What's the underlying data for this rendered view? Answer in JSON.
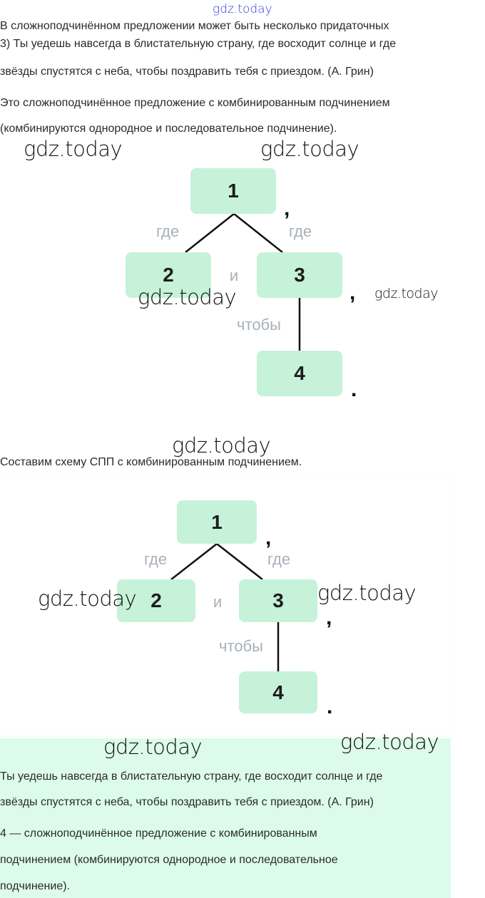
{
  "watermark_top": "gdz.today",
  "watermark": "gdz.today",
  "clipped_line": "В сложноподчинённом предложении может быть несколько придаточных",
  "example": {
    "line1": "3) Ты уедешь навсегда в блистательную страну, где восходит солнце и где",
    "line2": "звёзды спустятся с неба, чтобы поздравить тебя с приездом. (А. Грин)"
  },
  "explanation": {
    "line1": "Это сложноподчинённое предложение с комбинированным подчинением",
    "line2": "(комбинируются однородное и последовательное подчинение)."
  },
  "diagram": {
    "nodes": [
      "1",
      "2",
      "3",
      "4"
    ],
    "labels": {
      "left": "где",
      "right": "где",
      "and": "и",
      "so_that": "чтобы"
    },
    "comma": ",",
    "period": "."
  },
  "scheme_heading": "Составим схему СПП с комбинированным подчинением.",
  "answer": {
    "line1": "Ты уедешь навсегда в блистательную страну, где восходит солнце и где",
    "line2": "звёзды спустятся с неба, чтобы поздравить тебя с приездом. (А. Грин)",
    "line3": "4 — сложноподчинённое предложение с комбинированным",
    "line4": "подчинением (комбинируются однородное и последовательное",
    "line5": "подчинение)."
  },
  "colors": {
    "box": "#c6f2d9",
    "label": "#a8b0b8",
    "answer_bg": "#dcfce9",
    "watermark_top": "#3a3ae0"
  }
}
